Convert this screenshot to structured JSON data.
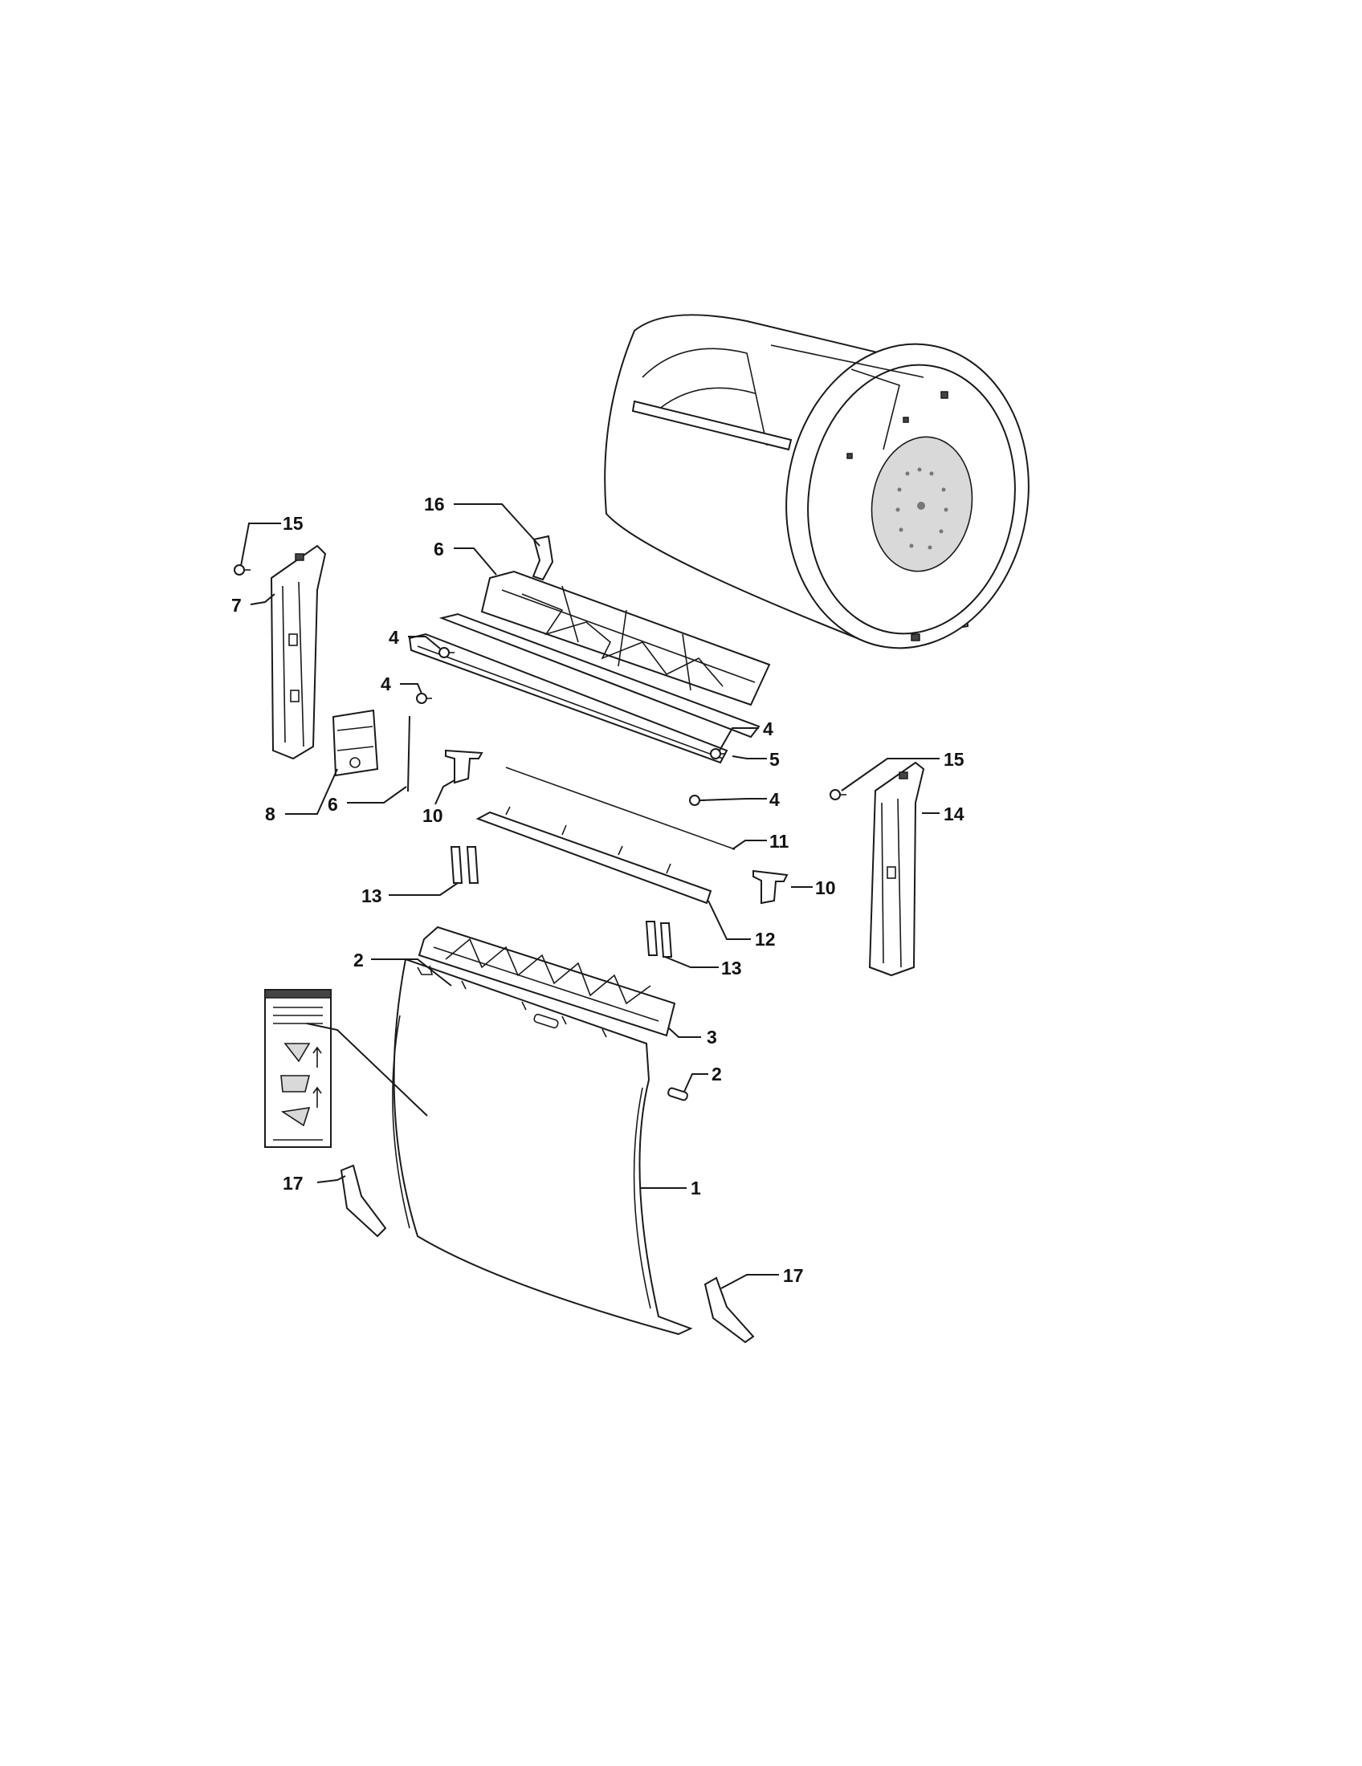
{
  "diagram": {
    "callouts": [
      {
        "id": "c16",
        "label": "16"
      },
      {
        "id": "c15a",
        "label": "15"
      },
      {
        "id": "c6a",
        "label": "6"
      },
      {
        "id": "c7",
        "label": "7"
      },
      {
        "id": "c4a",
        "label": "4"
      },
      {
        "id": "c4b",
        "label": "4"
      },
      {
        "id": "c4c",
        "label": "4"
      },
      {
        "id": "c5",
        "label": "5"
      },
      {
        "id": "c4d",
        "label": "4"
      },
      {
        "id": "c8",
        "label": "8"
      },
      {
        "id": "c6b",
        "label": "6"
      },
      {
        "id": "c10a",
        "label": "10"
      },
      {
        "id": "c15b",
        "label": "15"
      },
      {
        "id": "c14",
        "label": "14"
      },
      {
        "id": "c11",
        "label": "11"
      },
      {
        "id": "c13a",
        "label": "13"
      },
      {
        "id": "c10b",
        "label": "10"
      },
      {
        "id": "c12",
        "label": "12"
      },
      {
        "id": "c13b",
        "label": "13"
      },
      {
        "id": "c2a",
        "label": "2"
      },
      {
        "id": "c3",
        "label": "3"
      },
      {
        "id": "c2b",
        "label": "2"
      },
      {
        "id": "c17a",
        "label": "17"
      },
      {
        "id": "c1",
        "label": "1"
      },
      {
        "id": "c17b",
        "label": "17"
      }
    ]
  },
  "colors": {
    "line": "#1a1a1a",
    "background": "#ffffff",
    "shade": "#d9d9d9"
  }
}
